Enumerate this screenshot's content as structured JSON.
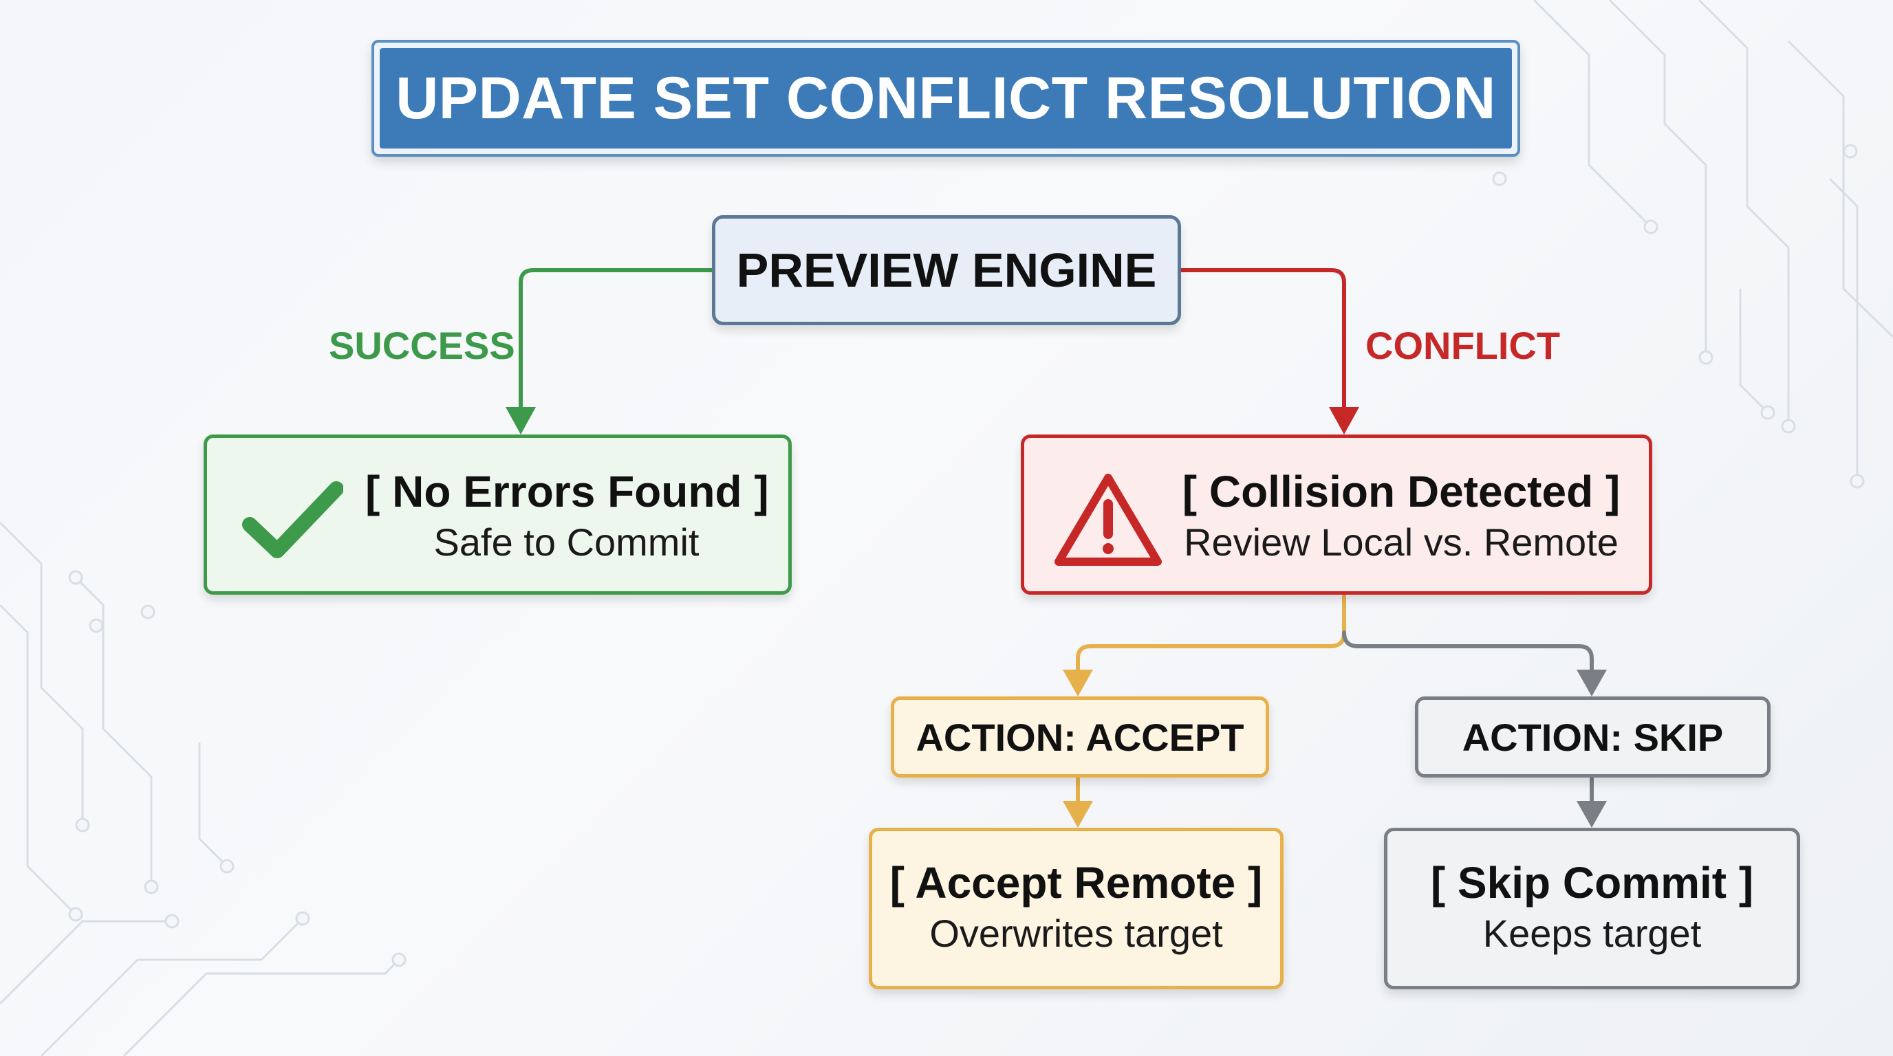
{
  "title": "UPDATE SET CONFLICT RESOLUTION",
  "engine": {
    "label": "PREVIEW ENGINE"
  },
  "branches": {
    "success": {
      "label": "SUCCESS",
      "color": "#3d9a4a"
    },
    "conflict": {
      "label": "CONFLICT",
      "color": "#c62828"
    }
  },
  "success_node": {
    "title": "[ No Errors Found ]",
    "subtitle": "Safe to Commit",
    "icon": "check-icon",
    "color": "#3f9a48"
  },
  "collision_node": {
    "title": "[ Collision Detected ]",
    "subtitle": "Review Local vs. Remote",
    "icon": "warning-icon",
    "color": "#c62828"
  },
  "actions": {
    "accept": {
      "label": "ACTION: ACCEPT",
      "result_title": "[ Accept Remote ]",
      "result_subtitle": "Overwrites target",
      "color": "#e6b04a"
    },
    "skip": {
      "label": "ACTION: SKIP",
      "result_title": "[ Skip Commit ]",
      "result_subtitle": "Keeps target",
      "color": "#7a7f86"
    }
  },
  "colors": {
    "title_bg": "#3d7bb8",
    "engine_border": "#5b7896",
    "background": "#f4f6f9"
  }
}
